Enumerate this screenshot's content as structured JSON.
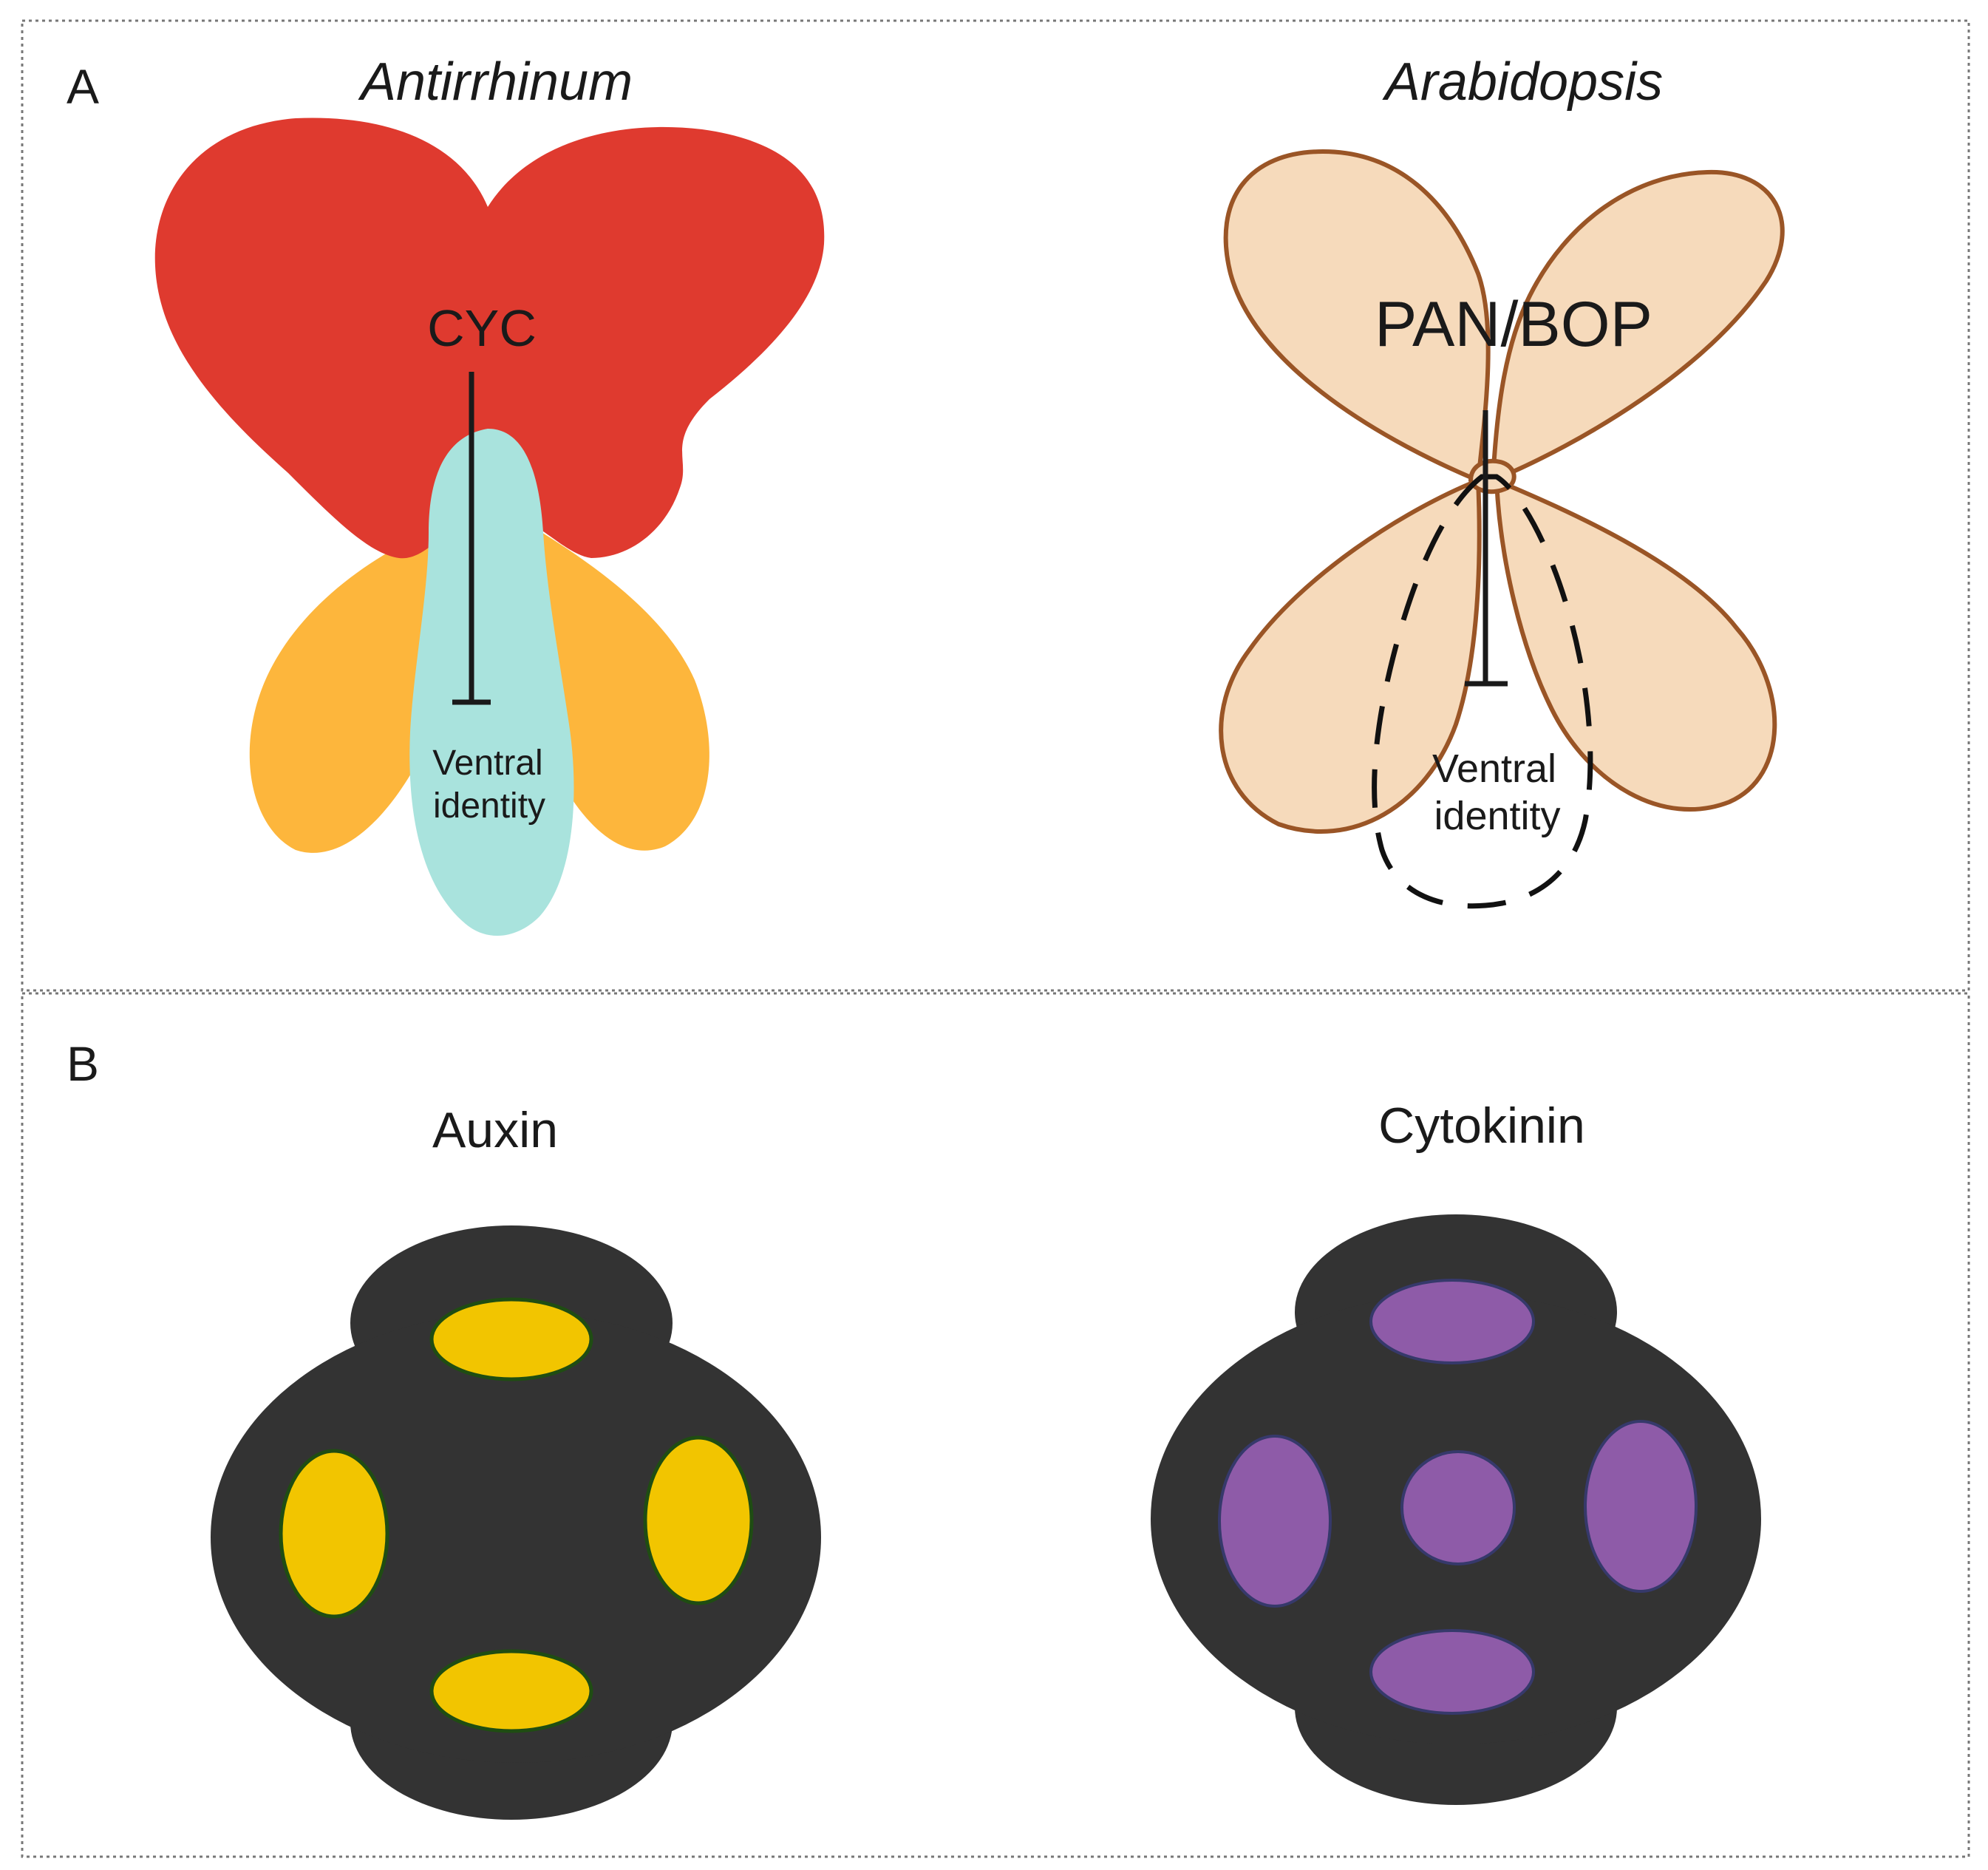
{
  "panel_a": {
    "label": "A",
    "left": {
      "species": "Antirrhinum",
      "gene": "CYC",
      "target_line1": "Ventral",
      "target_line2": "identity"
    },
    "right": {
      "species": "Arabidopsis",
      "gene": "PAN/BOP",
      "target_line1": "Ventral",
      "target_line2": "identity"
    }
  },
  "panel_b": {
    "label": "B",
    "left": {
      "title": "Auxin"
    },
    "right": {
      "title": "Cytokinin"
    }
  },
  "colors": {
    "antirrhinum_dorsal": "#df3a2f",
    "antirrhinum_lateral": "#fdb63c",
    "antirrhinum_ventral": "#a9e3dd",
    "arabidopsis_petal_fill": "#f6dabb",
    "arabidopsis_petal_stroke": "#9a5526",
    "meristem": "#333333",
    "auxin": "#f2c500",
    "auxin_stroke": "#1f4d12",
    "cytokinin": "#8e5ba8",
    "cytokinin_stroke": "#36396b"
  }
}
